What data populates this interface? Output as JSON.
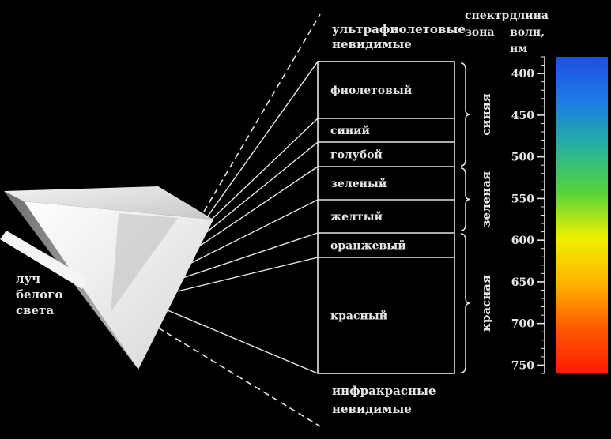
{
  "labels": {
    "ultraviolet_line1": "ультрафиолетовые",
    "ultraviolet_line2": "невидимые",
    "infrared_line1": "инфракрасные",
    "infrared_line2": "невидимые",
    "beam_line1": "луч",
    "beam_line2": "белого",
    "beam_line3": "света",
    "header_spectrum_line1": "спектр",
    "header_spectrum_line2": "зона",
    "header_wavelength_line1": "длина",
    "header_wavelength_line2": "волн,",
    "header_wavelength_line3": "нм"
  },
  "bands": [
    {
      "name": "фиолетовый"
    },
    {
      "name": "синий"
    },
    {
      "name": "голубой"
    },
    {
      "name": "зеленый"
    },
    {
      "name": "желтый"
    },
    {
      "name": "оранжевый"
    },
    {
      "name": "красный"
    }
  ],
  "zones": [
    {
      "name": "синяя"
    },
    {
      "name": "зеленая"
    },
    {
      "name": "красная"
    }
  ],
  "scale": {
    "min": 380,
    "max": 760,
    "labeled_ticks": [
      400,
      450,
      500,
      550,
      600,
      650,
      700,
      750
    ]
  },
  "spectrum_colors": [
    "#1f4fe0",
    "#1e7ce6",
    "#26b39c",
    "#55d43a",
    "#f0f000",
    "#ffb400",
    "#ff5a00",
    "#ff1a00"
  ]
}
